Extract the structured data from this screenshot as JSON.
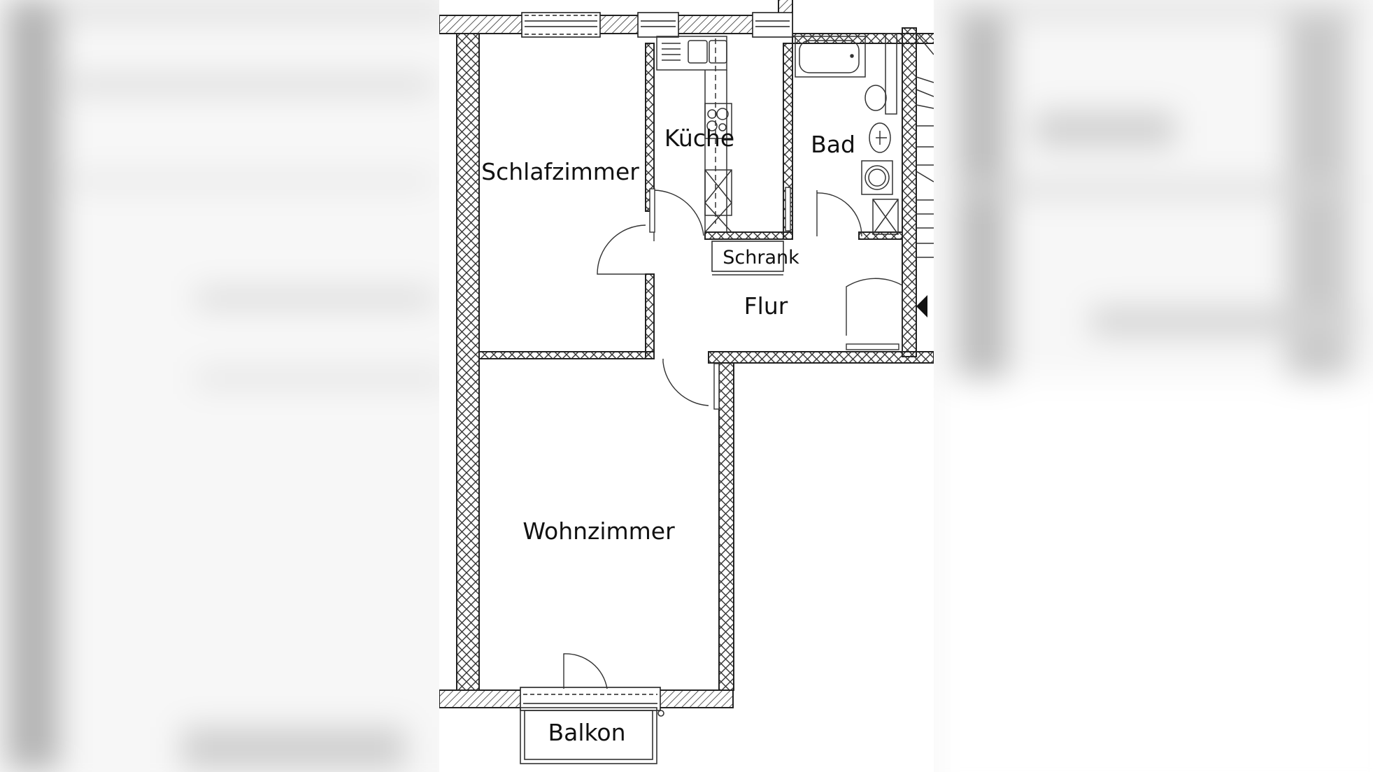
{
  "floorplan": {
    "rooms": [
      {
        "id": "schlafzimmer",
        "label": "Schlafzimmer"
      },
      {
        "id": "kueche",
        "label": "Küche"
      },
      {
        "id": "bad",
        "label": "Bad"
      },
      {
        "id": "schrank",
        "label": "Schrank"
      },
      {
        "id": "flur",
        "label": "Flur"
      },
      {
        "id": "wohnzimmer",
        "label": "Wohnzimmer"
      },
      {
        "id": "balkon",
        "label": "Balkon"
      }
    ],
    "symbols": [
      "entrance-arrow-icon",
      "stove-icon",
      "sink-icon",
      "bathtub-icon",
      "toilet-icon",
      "washbasin-icon",
      "washing-machine-icon",
      "staircase"
    ],
    "colors": {
      "wall": "#222222",
      "paper": "#ffffff",
      "background_blur": "#bdbdbd"
    }
  }
}
